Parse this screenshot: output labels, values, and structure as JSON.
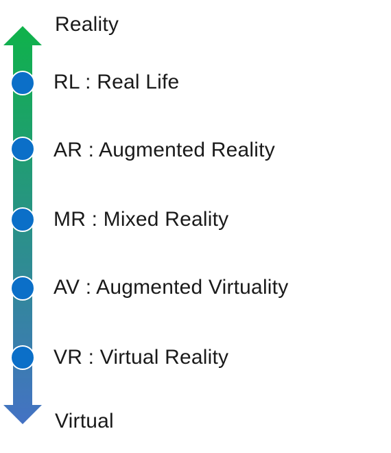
{
  "diagram": {
    "top_label": "Reality",
    "bottom_label": "Virtual",
    "items": [
      {
        "label": "RL : Real Life"
      },
      {
        "label": "AR : Augmented Reality"
      },
      {
        "label": "MR : Mixed Reality"
      },
      {
        "label": "AV : Augmented Virtuality"
      },
      {
        "label": "VR : Virtual Reality"
      }
    ],
    "colors": {
      "gradient_top": "#0fb24a",
      "gradient_bottom": "#4472c4",
      "node_fill": "#0b6fc8",
      "node_stroke": "#ffffff"
    }
  }
}
